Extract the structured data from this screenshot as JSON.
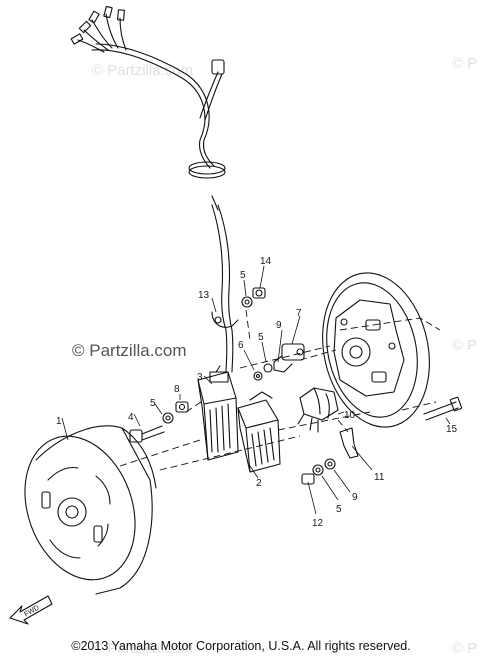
{
  "watermark": {
    "text": "© Partzilla.com",
    "short": "© P"
  },
  "callouts": [
    "1",
    "2",
    "3",
    "4",
    "5",
    "5",
    "5",
    "5",
    "6",
    "7",
    "8",
    "9",
    "9",
    "10",
    "11",
    "12",
    "13",
    "14",
    "15"
  ],
  "fwd_label": "FWD",
  "copyright": "©2013 Yamaha Motor Corporation, U.S.A. All rights reserved."
}
